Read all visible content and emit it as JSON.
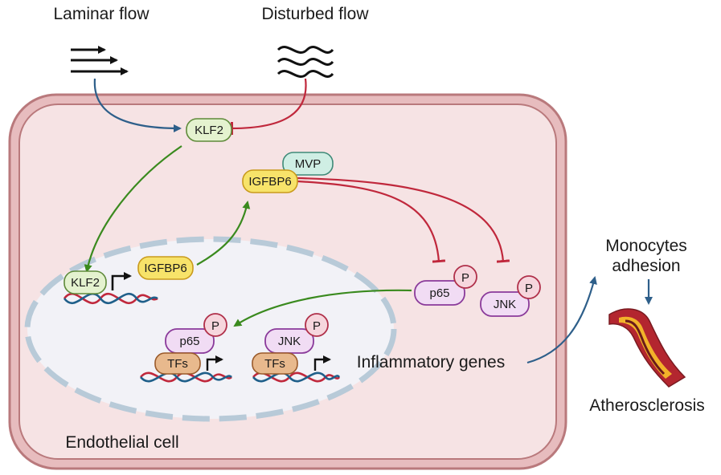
{
  "labels": {
    "laminar_flow": "Laminar flow",
    "disturbed_flow": "Disturbed flow",
    "endothelial_cell": "Endothelial cell",
    "inflammatory_genes": "Inflammatory genes",
    "monocytes_line1": "Monocytes",
    "monocytes_line2": "adhesion",
    "atherosclerosis": "Atherosclerosis"
  },
  "nodes": {
    "klf2_cytoplasm": "KLF2",
    "klf2_nucleus": "KLF2",
    "mvp": "MVP",
    "igfbp6_protein": "IGFBP6",
    "igfbp6_gene": "IGFBP6",
    "p65_cytoplasm": "p65",
    "jnk_cytoplasm": "JNK",
    "p65_nucleus": "p65",
    "jnk_nucleus": "JNK",
    "tfs_1": "TFs",
    "tfs_2": "TFs",
    "phospho": "P"
  },
  "colors": {
    "activation_blue": "#2e5f8a",
    "activation_green": "#3a8a1e",
    "inhibition_red": "#c0283c",
    "cell_fill": "#f6e3e4",
    "cell_border": "#b9797c",
    "klf2_fill": "#e4f2cf",
    "igfbp6_fill": "#f7e36a",
    "mvp_fill": "#cfeee4",
    "kinase_fill": "#f1dcf4",
    "kinase_border": "#8a3a9a",
    "phospho_fill": "#f6d6dd",
    "tfs_fill": "#e8b98d"
  }
}
